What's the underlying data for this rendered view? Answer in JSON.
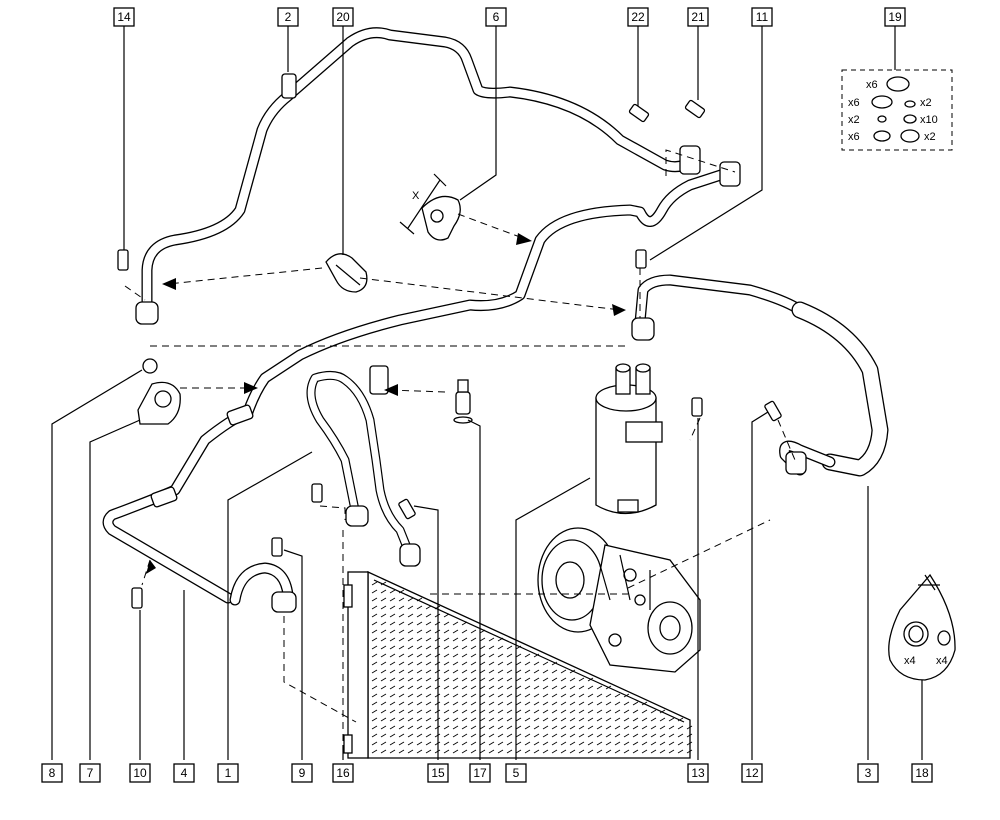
{
  "labels": {
    "c1": "1",
    "c2": "2",
    "c3": "3",
    "c4": "4",
    "c5": "5",
    "c6": "6",
    "c7": "7",
    "c8": "8",
    "c9": "9",
    "c10": "10",
    "c11": "11",
    "c12": "12",
    "c13": "13",
    "c14": "14",
    "c15": "15",
    "c16": "16",
    "c17": "17",
    "c18": "18",
    "c19": "19",
    "c20": "20",
    "c21": "21",
    "c22": "22"
  },
  "annotations": {
    "dimension_x": "X",
    "kit_x6_a": "x6",
    "kit_x6_b": "x6",
    "kit_x2_a": "x2",
    "kit_x2_b": "x2",
    "kit_x10": "x10",
    "kit_x6_c": "x6",
    "kit_x2_c": "x2",
    "bag_x4_a": "x4",
    "bag_x4_b": "x4"
  }
}
